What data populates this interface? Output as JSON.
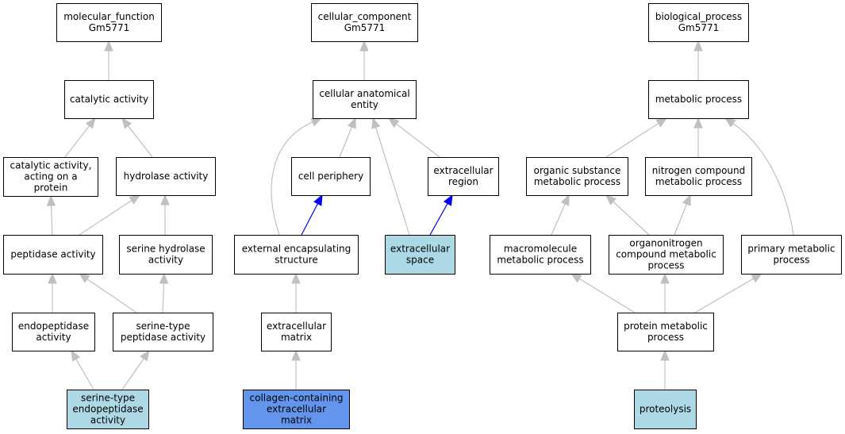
{
  "colors": {
    "edge_default": "#c0c0c0",
    "edge_highlight": "#0000ee",
    "node_default": "#ffffff",
    "node_light": "#add8e6",
    "node_dark": "#6495ed"
  },
  "nodes": [
    {
      "id": "mf_root",
      "lines": [
        "molecular_function",
        "Gm5771"
      ],
      "fill": "#ffffff"
    },
    {
      "id": "catalytic",
      "lines": [
        "catalytic activity"
      ],
      "fill": "#ffffff"
    },
    {
      "id": "cat_protein",
      "lines": [
        "catalytic activity,",
        "acting on a",
        "protein"
      ],
      "fill": "#ffffff"
    },
    {
      "id": "hydrolase",
      "lines": [
        "hydrolase activity"
      ],
      "fill": "#ffffff"
    },
    {
      "id": "peptidase",
      "lines": [
        "peptidase activity"
      ],
      "fill": "#ffffff"
    },
    {
      "id": "ser_hydrolase",
      "lines": [
        "serine hydrolase",
        "activity"
      ],
      "fill": "#ffffff"
    },
    {
      "id": "endopeptidase",
      "lines": [
        "endopeptidase",
        "activity"
      ],
      "fill": "#ffffff"
    },
    {
      "id": "ser_peptidase",
      "lines": [
        "serine-type",
        "peptidase activity"
      ],
      "fill": "#ffffff"
    },
    {
      "id": "ser_endopeptidase",
      "lines": [
        "serine-type",
        "endopeptidase",
        "activity"
      ],
      "fill": "#add8e6"
    },
    {
      "id": "cc_root",
      "lines": [
        "cellular_component",
        "Gm5771"
      ],
      "fill": "#ffffff"
    },
    {
      "id": "cae",
      "lines": [
        "cellular anatomical",
        "entity"
      ],
      "fill": "#ffffff"
    },
    {
      "id": "cell_periphery",
      "lines": [
        "cell periphery"
      ],
      "fill": "#ffffff"
    },
    {
      "id": "extra_region",
      "lines": [
        "extracellular",
        "region"
      ],
      "fill": "#ffffff"
    },
    {
      "id": "ext_encap",
      "lines": [
        "external encapsulating",
        "structure"
      ],
      "fill": "#ffffff"
    },
    {
      "id": "extra_space",
      "lines": [
        "extracellular",
        "space"
      ],
      "fill": "#add8e6"
    },
    {
      "id": "extra_matrix",
      "lines": [
        "extracellular",
        "matrix"
      ],
      "fill": "#ffffff"
    },
    {
      "id": "collagen",
      "lines": [
        "collagen-containing",
        "extracellular",
        "matrix"
      ],
      "fill": "#6495ed"
    },
    {
      "id": "bp_root",
      "lines": [
        "biological_process",
        "Gm5771"
      ],
      "fill": "#ffffff"
    },
    {
      "id": "metabolic",
      "lines": [
        "metabolic process"
      ],
      "fill": "#ffffff"
    },
    {
      "id": "organic_sub",
      "lines": [
        "organic substance",
        "metabolic process"
      ],
      "fill": "#ffffff"
    },
    {
      "id": "nitrogen",
      "lines": [
        "nitrogen compound",
        "metabolic process"
      ],
      "fill": "#ffffff"
    },
    {
      "id": "macromolecule",
      "lines": [
        "macromolecule",
        "metabolic process"
      ],
      "fill": "#ffffff"
    },
    {
      "id": "organonitrogen",
      "lines": [
        "organonitrogen",
        "compound metabolic",
        "process"
      ],
      "fill": "#ffffff"
    },
    {
      "id": "primary",
      "lines": [
        "primary metabolic",
        "process"
      ],
      "fill": "#ffffff"
    },
    {
      "id": "protein_met",
      "lines": [
        "protein metabolic",
        "process"
      ],
      "fill": "#ffffff"
    },
    {
      "id": "proteolysis",
      "lines": [
        "proteolysis"
      ],
      "fill": "#add8e6"
    }
  ],
  "edges": [
    {
      "from": "catalytic",
      "to": "mf_root",
      "highlight": false
    },
    {
      "from": "cat_protein",
      "to": "catalytic",
      "highlight": false
    },
    {
      "from": "hydrolase",
      "to": "catalytic",
      "highlight": false
    },
    {
      "from": "peptidase",
      "to": "cat_protein",
      "highlight": false
    },
    {
      "from": "peptidase",
      "to": "hydrolase",
      "highlight": false
    },
    {
      "from": "ser_hydrolase",
      "to": "hydrolase",
      "highlight": false
    },
    {
      "from": "endopeptidase",
      "to": "peptidase",
      "highlight": false
    },
    {
      "from": "ser_peptidase",
      "to": "peptidase",
      "highlight": false
    },
    {
      "from": "ser_peptidase",
      "to": "ser_hydrolase",
      "highlight": false
    },
    {
      "from": "ser_endopeptidase",
      "to": "endopeptidase",
      "highlight": false
    },
    {
      "from": "ser_endopeptidase",
      "to": "ser_peptidase",
      "highlight": false
    },
    {
      "from": "cae",
      "to": "cc_root",
      "highlight": false
    },
    {
      "from": "cell_periphery",
      "to": "cae",
      "highlight": false
    },
    {
      "from": "extra_region",
      "to": "cae",
      "highlight": false
    },
    {
      "from": "ext_encap",
      "to": "cae",
      "highlight": false
    },
    {
      "from": "ext_encap",
      "to": "cell_periphery",
      "highlight": true
    },
    {
      "from": "extra_space",
      "to": "cae",
      "highlight": false
    },
    {
      "from": "extra_space",
      "to": "extra_region",
      "highlight": true
    },
    {
      "from": "extra_matrix",
      "to": "ext_encap",
      "highlight": false
    },
    {
      "from": "collagen",
      "to": "extra_matrix",
      "highlight": false
    },
    {
      "from": "metabolic",
      "to": "bp_root",
      "highlight": false
    },
    {
      "from": "organic_sub",
      "to": "metabolic",
      "highlight": false
    },
    {
      "from": "nitrogen",
      "to": "metabolic",
      "highlight": false
    },
    {
      "from": "primary",
      "to": "metabolic",
      "highlight": false
    },
    {
      "from": "macromolecule",
      "to": "organic_sub",
      "highlight": false
    },
    {
      "from": "organonitrogen",
      "to": "organic_sub",
      "highlight": false
    },
    {
      "from": "organonitrogen",
      "to": "nitrogen",
      "highlight": false
    },
    {
      "from": "protein_met",
      "to": "macromolecule",
      "highlight": false
    },
    {
      "from": "protein_met",
      "to": "organonitrogen",
      "highlight": false
    },
    {
      "from": "protein_met",
      "to": "primary",
      "highlight": false
    },
    {
      "from": "proteolysis",
      "to": "protein_met",
      "highlight": false
    }
  ]
}
